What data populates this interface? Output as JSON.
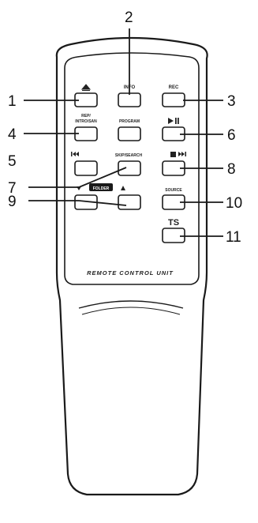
{
  "remote": {
    "brand_text": "REMOTE CONTROL UNIT",
    "buttons": {
      "eject_icon": "eject-icon",
      "info": "INFO",
      "rec": "REC",
      "rep_intro_line1": "REP/",
      "rep_intro_line2": "INTRO/SAN",
      "program": "PROGRAM",
      "play_pause_icon": "play-pause-icon",
      "skip_search": "SKIP/SEARCH",
      "stop_icon": "stop-icon",
      "folder": "FOLDER",
      "source": "SOURCE",
      "ts": "TS"
    }
  },
  "callouts": {
    "c1": "1",
    "c2": "2",
    "c3": "3",
    "c4": "4",
    "c5": "5",
    "c6": "6",
    "c7": "7",
    "c8": "8",
    "c9": "9",
    "c10": "10",
    "c11": "11"
  }
}
